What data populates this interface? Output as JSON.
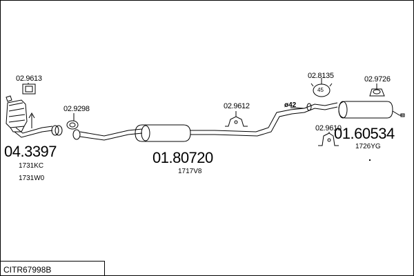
{
  "labels": {
    "clip_top_left": "02.9613",
    "gasket_left": "02.9298",
    "hanger_mid": "02.9612",
    "pipe_diameter": "ø42",
    "ring_right": "02.8135",
    "bracket_right": "02.9726",
    "hanger_right": "02.9610",
    "front_number": "04.3397",
    "front_ref_1": "1731KC",
    "front_ref_2": "1731W0",
    "middle_number": "01.80720",
    "middle_ref": "1717V8",
    "rear_number": "01.60534",
    "rear_ref": "1726YG",
    "ring_center_mark": "45"
  },
  "footer": {
    "code": "CITR67998B"
  },
  "colors": {
    "line": "#000000",
    "background": "#ffffff"
  }
}
